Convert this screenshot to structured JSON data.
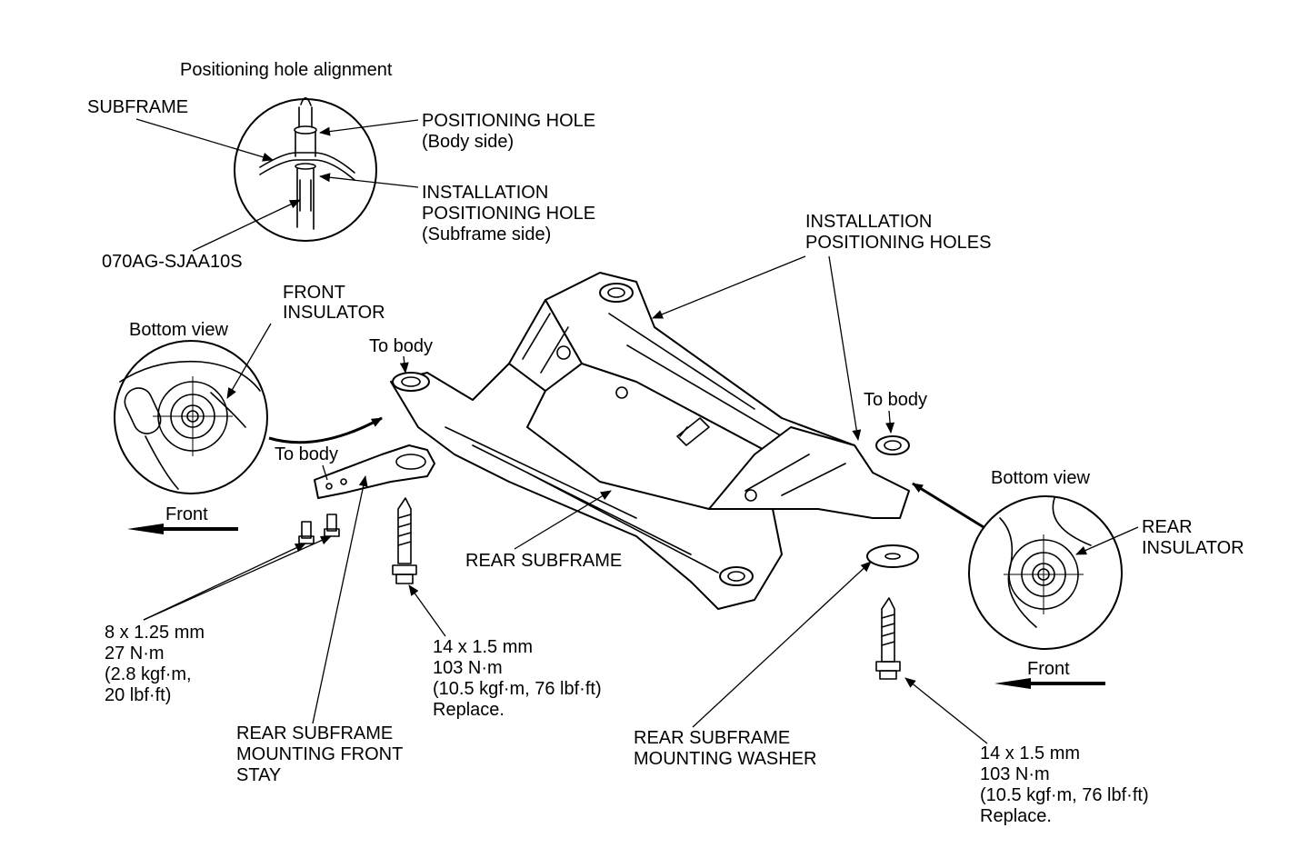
{
  "inset_top": {
    "title": "Positioning hole alignment",
    "subframe": "SUBFRAME",
    "positioning_hole": [
      "POSITIONING HOLE",
      "(Body side)"
    ],
    "installation_hole": [
      "INSTALLATION",
      "POSITIONING HOLE",
      "(Subframe side)"
    ],
    "tool": "070AG-SJAA10S"
  },
  "front_inset": {
    "front_insulator": [
      "FRONT",
      "INSULATOR"
    ],
    "bottom_view": "Bottom view",
    "front": "Front"
  },
  "rear_inset": {
    "bottom_view": "Bottom view",
    "rear_insulator": [
      "REAR",
      "INSULATOR"
    ],
    "front": "Front"
  },
  "installation_holes": [
    "INSTALLATION",
    "POSITIONING HOLES"
  ],
  "to_body_front": "To body",
  "to_body_stay": "To body",
  "to_body_rear": "To body",
  "rear_subframe": "REAR SUBFRAME",
  "bolt_small": [
    "8 x 1.25 mm",
    "27 N·m",
    "(2.8 kgf·m,",
    "20 lbf·ft)"
  ],
  "bolt_front": [
    "14 x 1.5 mm",
    "103 N·m",
    "(10.5 kgf·m, 76 lbf·ft)",
    "Replace."
  ],
  "front_stay": [
    "REAR SUBFRAME",
    "MOUNTING FRONT",
    "STAY"
  ],
  "washer": [
    "REAR SUBFRAME",
    "MOUNTING WASHER"
  ],
  "bolt_rear": [
    "14 x 1.5 mm",
    "103 N·m",
    "(10.5 kgf·m, 76 lbf·ft)",
    "Replace."
  ]
}
